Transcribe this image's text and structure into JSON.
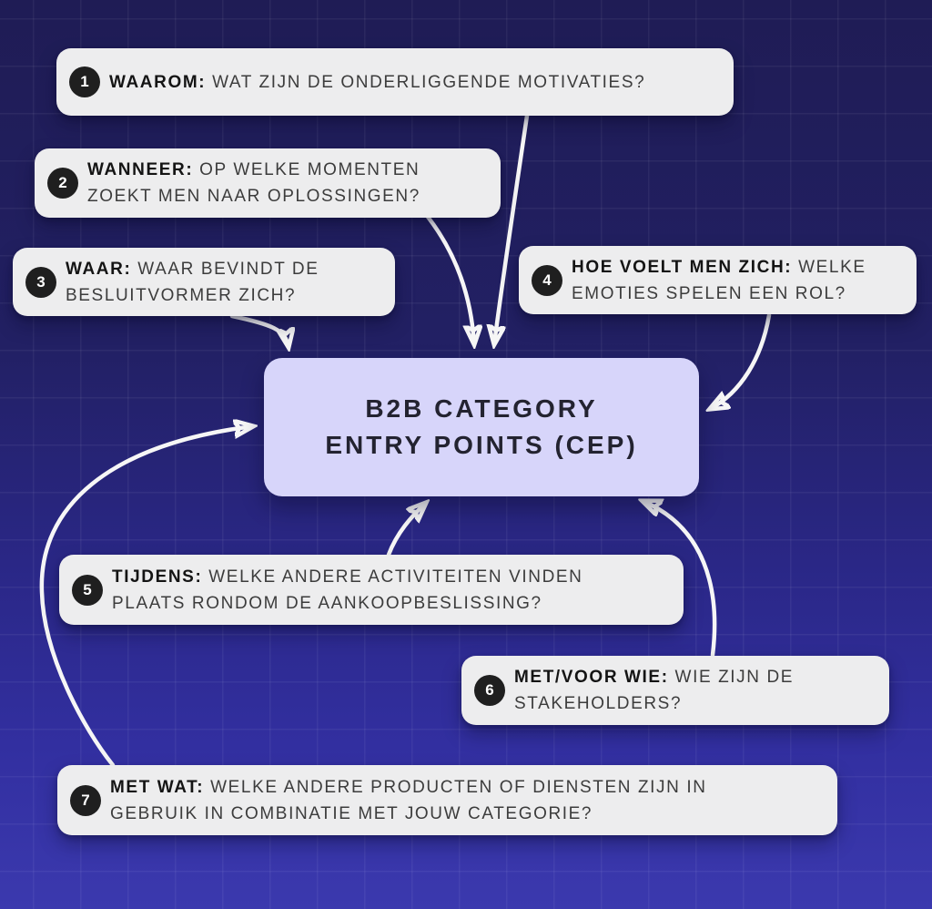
{
  "center_box": {
    "line1": "B2B CATEGORY",
    "line2": "ENTRY POINTS (CEP)"
  },
  "items": [
    {
      "number": "1",
      "label": "WAAROM:",
      "question": "WAT ZIJN DE ONDERLIGGENDE MOTIVATIES?"
    },
    {
      "number": "2",
      "label": "WANNEER:",
      "question": "OP WELKE MOMENTEN\nZOEKT MEN NAAR OPLOSSINGEN?"
    },
    {
      "number": "3",
      "label": "WAAR:",
      "question": "WAAR BEVINDT DE\nBESLUITVORMER ZICH?"
    },
    {
      "number": "4",
      "label": "HOE VOELT MEN ZICH:",
      "question": "WELKE\nEMOTIES SPELEN EEN ROL?"
    },
    {
      "number": "5",
      "label": "TIJDENS:",
      "question": "WELKE ANDERE ACTIVITEITEN VINDEN\nPLAATS RONDOM DE AANKOOPBESLISSING?"
    },
    {
      "number": "6",
      "label": "MET/VOOR WIE:",
      "question": "WIE ZIJN DE\nSTAKEHOLDERS?"
    },
    {
      "number": "7",
      "label": "MET WAT:",
      "question": "WELKE ANDERE PRODUCTEN OF DIENSTEN ZIJN IN\nGEBRUIK IN COMBINATIE MET JOUW CATEGORIE?"
    }
  ],
  "colors": {
    "background_top": "#1f1c55",
    "background_bottom": "#3b39ae",
    "grid_line": "rgba(255,255,255,0.055)",
    "card_background": "#ededee",
    "center_card_background": "#d7d5fa",
    "number_circle": "#1f1f1f",
    "arrow": "#f6f6f6",
    "label_text": "#141414",
    "question_text": "#3c3c3c"
  }
}
